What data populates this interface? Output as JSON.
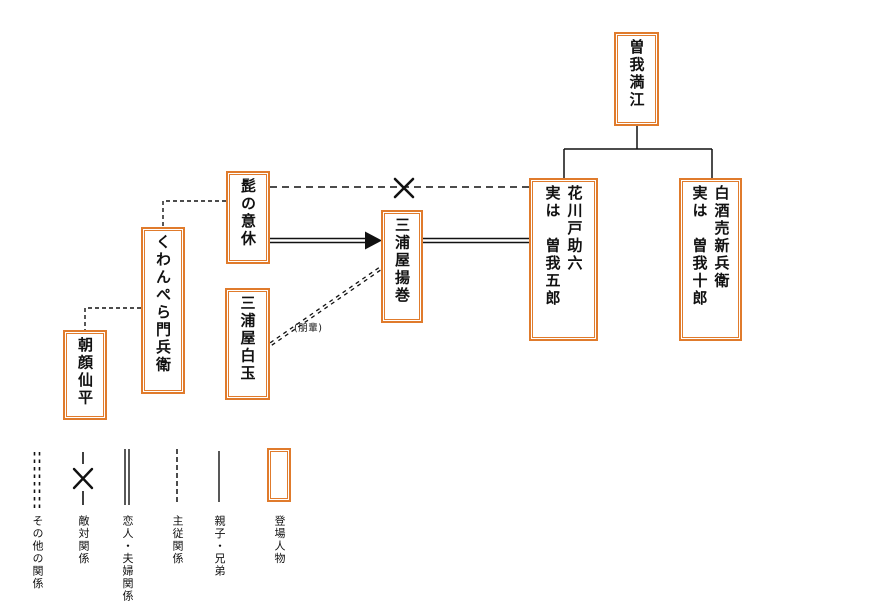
{
  "colors": {
    "accent_orange": "#e07b2c",
    "line_black": "#111111",
    "background": "#ffffff"
  },
  "characters": [
    {
      "id": "soga-manko",
      "name": "曽我満江"
    },
    {
      "id": "sukeroku",
      "name": "花川戸助六\n実は　曽我五郎"
    },
    {
      "id": "shinbei",
      "name": "白酒売新兵衛\n実は　曽我十郎"
    },
    {
      "id": "hige-no-ikyu",
      "name": "髭の意休"
    },
    {
      "id": "kanpera-monbei",
      "name": "くわんぺら門兵衛"
    },
    {
      "id": "asagao-senpei",
      "name": "朝顔仙平"
    },
    {
      "id": "miuraya-agemaki",
      "name": "三浦屋揚巻"
    },
    {
      "id": "miuraya-shiratama",
      "name": "三浦屋白玉"
    }
  ],
  "annotations": [
    {
      "id": "houbai-note",
      "text": "(朋輩)"
    }
  ],
  "relationships": [
    {
      "from": "曽我満江",
      "to": "花川戸助六 実は 曽我五郎",
      "type": "親子・兄弟",
      "symbol": "solid-line"
    },
    {
      "from": "曽我満江",
      "to": "白酒売新兵衛 実は 曽我十郎",
      "type": "親子・兄弟",
      "symbol": "solid-line"
    },
    {
      "from": "髭の意休",
      "to": "花川戸助六 実は 曽我五郎",
      "type": "敵対関係",
      "symbol": "dashed-line-with-x"
    },
    {
      "from": "髭の意休",
      "to": "三浦屋揚巻",
      "type": "恋人・夫婦関係(片思い矢印)",
      "symbol": "double-line-arrow"
    },
    {
      "from": "三浦屋揚巻",
      "to": "花川戸助六 実は 曽我五郎",
      "type": "恋人・夫婦関係",
      "symbol": "double-line"
    },
    {
      "from": "髭の意休",
      "to": "くわんぺら門兵衛",
      "type": "主従関係",
      "symbol": "dashed-line"
    },
    {
      "from": "くわんぺら門兵衛",
      "to": "朝顔仙平",
      "type": "主従関係",
      "symbol": "dashed-line"
    },
    {
      "from": "三浦屋白玉",
      "to": "三浦屋揚巻",
      "type": "その他の関係",
      "note": "(朋輩)",
      "symbol": "double-dashed-line"
    }
  ],
  "legend": [
    {
      "id": "other",
      "symbol": "double-dashed-line",
      "label": "その他の関係"
    },
    {
      "id": "hostile",
      "symbol": "crossed-line",
      "label": "敵対関係"
    },
    {
      "id": "lovers",
      "symbol": "double-line",
      "label": "恋人・夫婦関係"
    },
    {
      "id": "master-servant",
      "symbol": "dashed-line",
      "label": "主従関係"
    },
    {
      "id": "family",
      "symbol": "solid-line",
      "label": "親子・兄弟"
    },
    {
      "id": "character",
      "symbol": "orange-box",
      "label": "登場人物"
    }
  ]
}
